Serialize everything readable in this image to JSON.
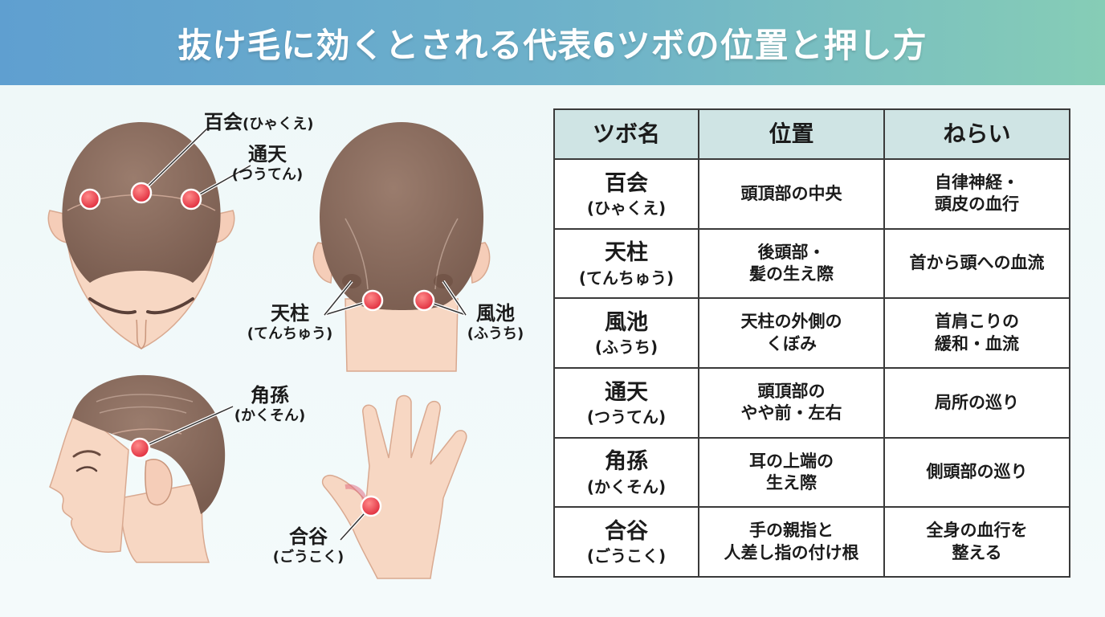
{
  "title": "抜け毛に効くとされる代表6ツボの位置と押し方",
  "labels": {
    "hyakue": {
      "name": "百会",
      "reading": "(ひゃくえ)"
    },
    "tsuten": {
      "name": "通天",
      "reading": "(つうてん)"
    },
    "tenchu": {
      "name": "天柱",
      "reading": "(てんちゅう)"
    },
    "fuchi": {
      "name": "風池",
      "reading": "(ふうち)"
    },
    "kakuson": {
      "name": "角孫",
      "reading": "(かくそん)"
    },
    "goukoku": {
      "name": "合谷",
      "reading": "(ごうこく)"
    }
  },
  "table": {
    "headers": [
      "ツボ名",
      "位置",
      "ねらい"
    ],
    "rows": [
      {
        "name": "百会",
        "reading": "(ひゃくえ)",
        "position": [
          "頭頂部の中央"
        ],
        "aim": [
          "自律神経・",
          "頭皮の血行"
        ]
      },
      {
        "name": "天柱",
        "reading": "(てんちゅう)",
        "position": [
          "後頭部・",
          "髪の生え際"
        ],
        "aim": [
          "首から頭への血流"
        ]
      },
      {
        "name": "風池",
        "reading": "(ふうち)",
        "position": [
          "天柱の外側の",
          "くぼみ"
        ],
        "aim": [
          "首肩こりの",
          "緩和・血流"
        ]
      },
      {
        "name": "通天",
        "reading": "(つうてん)",
        "position": [
          "頭頂部の",
          "やや前・左右"
        ],
        "aim": [
          "局所の巡り"
        ]
      },
      {
        "name": "角孫",
        "reading": "(かくそん)",
        "position": [
          "耳の上端の",
          "生え際"
        ],
        "aim": [
          "側頭部の巡り"
        ]
      },
      {
        "name": "合谷",
        "reading": "(ごうこく)",
        "position": [
          "手の親指と",
          "人差し指の付け根"
        ],
        "aim": [
          "全身の血行を",
          "整える"
        ]
      }
    ]
  },
  "colors": {
    "header_start": "#5f9fd0",
    "header_end": "#86cdb6",
    "table_header_bg": "#cfe4e4",
    "acupoint": "#e23b4a",
    "hair": "#8c6e60",
    "skin": "#f7d7c3"
  },
  "icons": [
    "head-top-illustration",
    "head-back-illustration",
    "head-side-illustration",
    "hand-illustration"
  ]
}
